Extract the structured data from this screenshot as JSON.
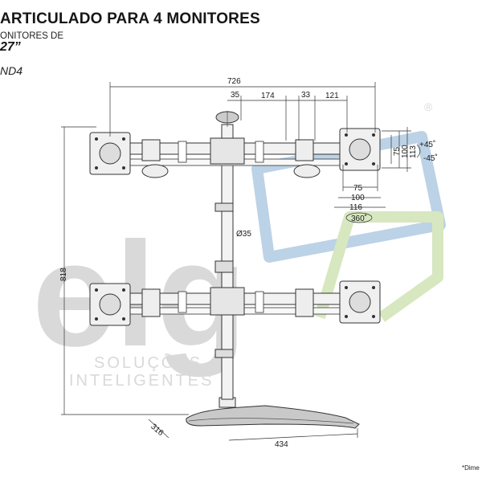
{
  "header": {
    "title": "ARTICULADO PARA 4 MONITORES",
    "subtitle": "ONITORES DE",
    "size": "27”",
    "model": "ND4"
  },
  "watermark": {
    "brand": "elg",
    "tagline_1": "SOLUÇÕES",
    "tagline_2": "INTELIGENTES",
    "registered": "®"
  },
  "dimensions": {
    "overall_width": "726",
    "width_35": "35",
    "width_174": "174",
    "width_33": "33",
    "width_121": "121",
    "height_818": "818",
    "pole_diameter": "Ø35",
    "vesa_75_w": "75",
    "vesa_100_w": "100",
    "vesa_116_w": "116",
    "vesa_75_h": "75",
    "vesa_100_h": "100",
    "vesa_113_h": "113",
    "tilt_plus": "+45˚",
    "tilt_minus": "-45˚",
    "rotation": "360˚",
    "base_depth": "316",
    "base_width": "434"
  },
  "footnote": "*Dime"
}
